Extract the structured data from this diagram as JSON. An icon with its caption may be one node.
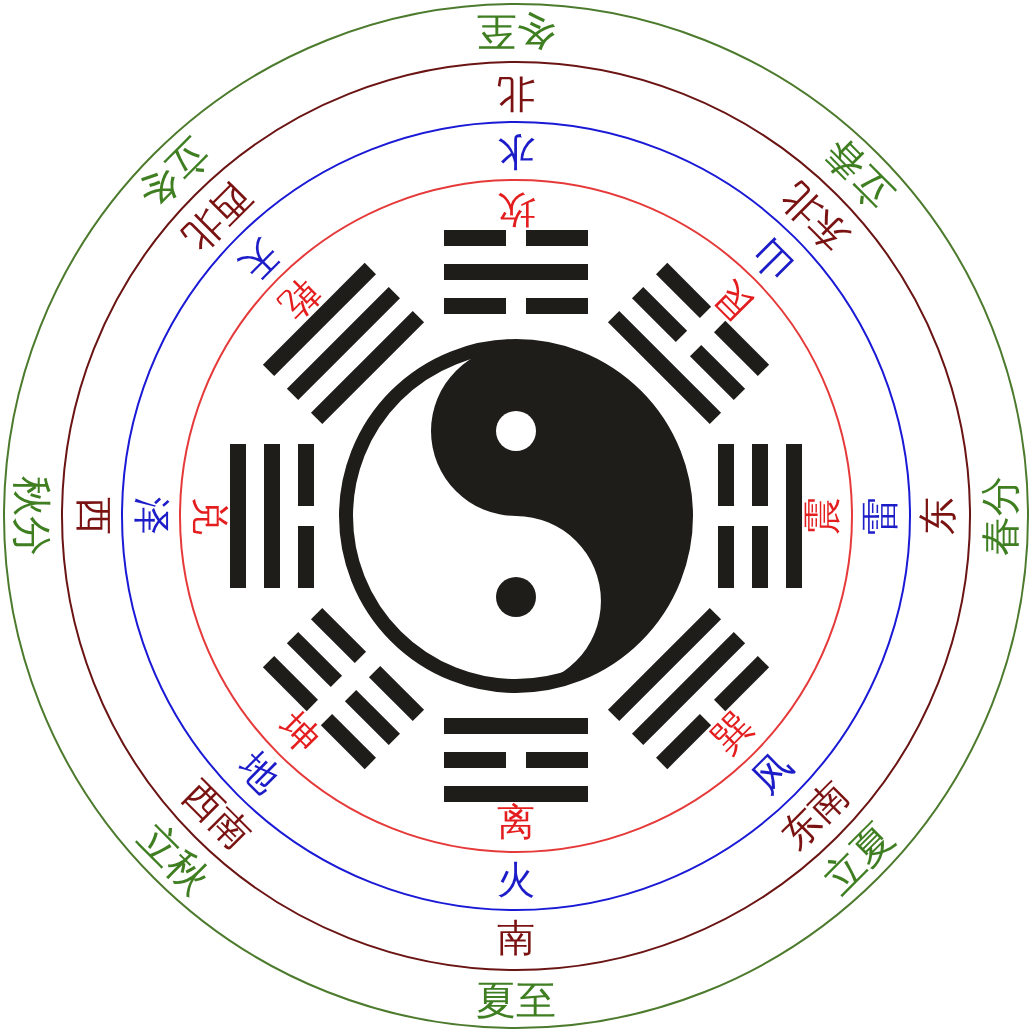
{
  "diagram": {
    "labels": [
      "冬至",
      "北",
      "水",
      "坎",
      "立春",
      "东北",
      "山",
      "艮",
      "春分",
      "东",
      "雷",
      "震",
      "立夏",
      "东南",
      "风",
      "巽",
      "夏至",
      "南",
      "火",
      "离",
      "立秋",
      "西南",
      "地",
      "坤",
      "秋分",
      "西",
      "泽",
      "兑",
      "立冬",
      "西北",
      "天",
      "乾"
    ]
  }
}
